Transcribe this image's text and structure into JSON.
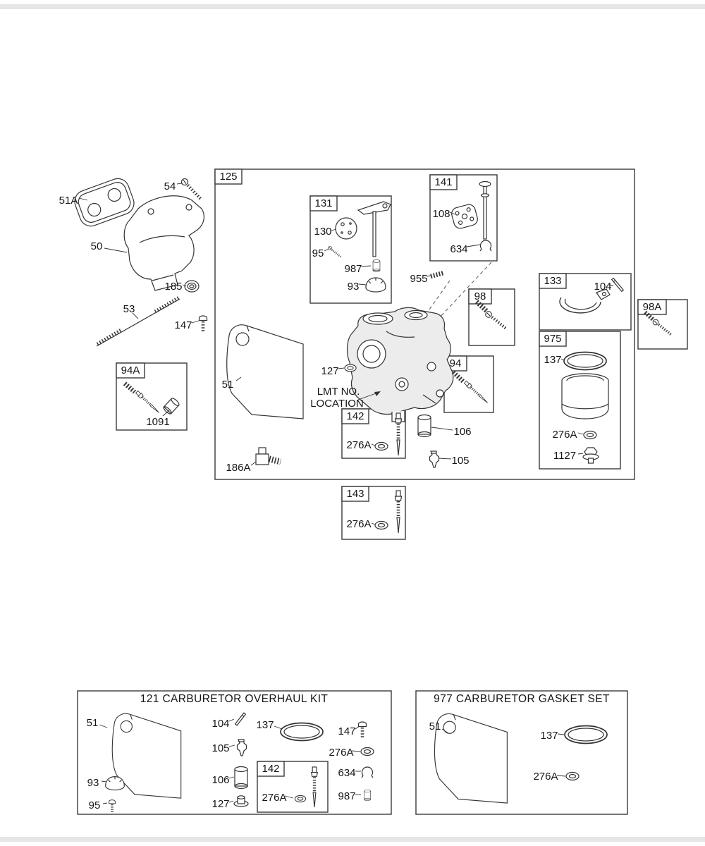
{
  "callouts": {
    "n50": "50",
    "n51": "51",
    "n51A": "51A",
    "n53": "53",
    "n54": "54",
    "n93": "93",
    "n94": "94",
    "n94A": "94A",
    "n95": "95",
    "n98": "98",
    "n98A": "98A",
    "n104": "104",
    "n105": "105",
    "n106": "106",
    "n108": "108",
    "n125": "125",
    "n127": "127",
    "n130": "130",
    "n131": "131",
    "n133": "133",
    "n137": "137",
    "n141": "141",
    "n142": "142",
    "n143": "143",
    "n147": "147",
    "n185": "185",
    "n186A": "186A",
    "n276A": "276A",
    "n634": "634",
    "n955": "955",
    "n975": "975",
    "n987": "987",
    "n1091": "1091",
    "n1127": "1127"
  },
  "texts": {
    "lmt_line1": "LMT NO.",
    "lmt_line2": "LOCATION",
    "overhaul_kit_title": "121 CARBURETOR OVERHAUL KIT",
    "gasket_set_title": "977 CARBURETOR GASKET SET"
  },
  "colors": {
    "line": "#333333",
    "background": "#ffffff"
  }
}
